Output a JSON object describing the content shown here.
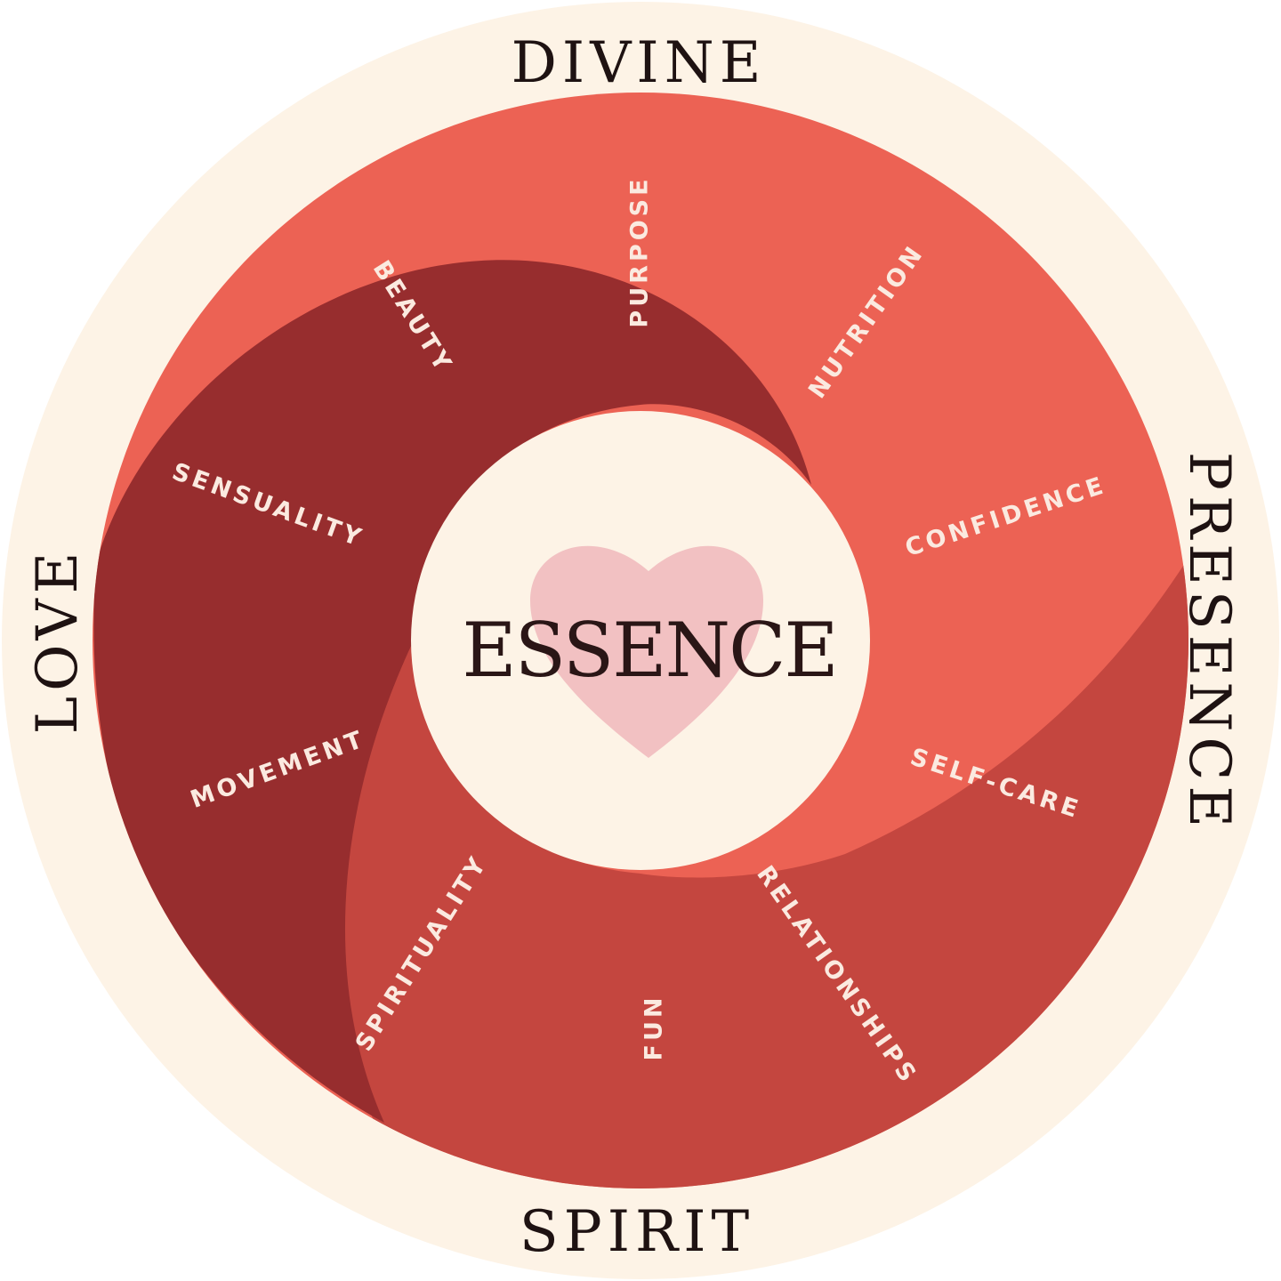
{
  "colors": {
    "cream": "#fdf3e6",
    "coral": "#ec6254",
    "brick": "#c4463f",
    "maroon": "#972d2e",
    "heart": "#f2c1c2",
    "label_text": "#fbeae0",
    "dark_text": "#1e1212"
  },
  "outer_ring": {
    "top": "DIVINE",
    "right": "PRESENCE",
    "bottom": "SPIRIT",
    "left": "LOVE"
  },
  "center": {
    "label": "ESSENCE",
    "icon": "heart-icon"
  },
  "segments": [
    {
      "label": "PURPOSE"
    },
    {
      "label": "NUTRITION"
    },
    {
      "label": "CONFIDENCE"
    },
    {
      "label": "SELF-CARE"
    },
    {
      "label": "RELATIONSHIPS"
    },
    {
      "label": "FUN"
    },
    {
      "label": "SPIRITUALITY"
    },
    {
      "label": "MOVEMENT"
    },
    {
      "label": "SENSUALITY"
    },
    {
      "label": "BEAUTY"
    }
  ]
}
